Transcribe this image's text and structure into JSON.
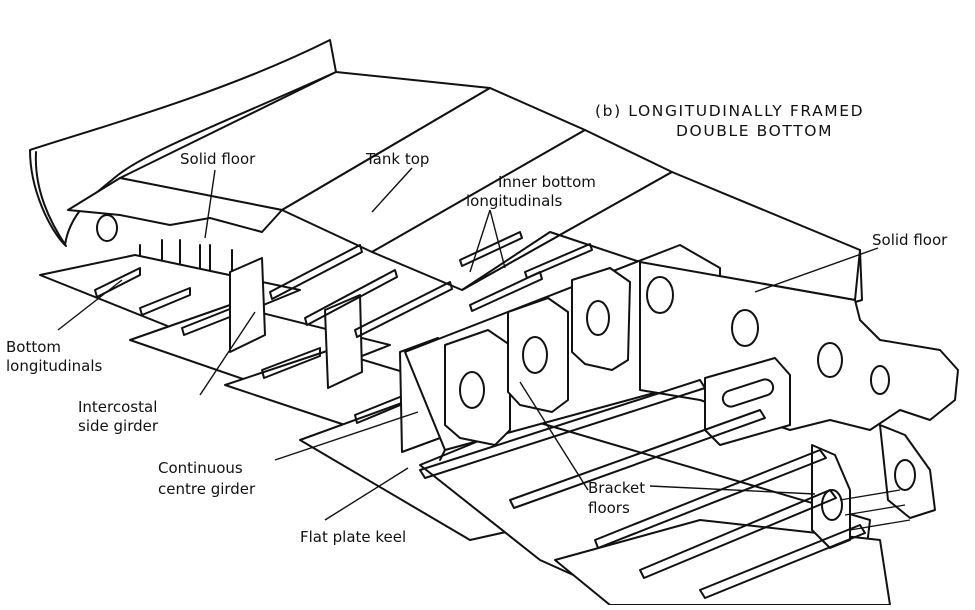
{
  "diagram": {
    "title_line1": "(b) LONGITUDINALLY FRAMED",
    "title_line2": "DOUBLE BOTTOM",
    "labels": {
      "solid_floor_top": "Solid floor",
      "tank_top": "Tank top",
      "inner_bottom_1": "Inner bottom",
      "inner_bottom_2": "longitudinals",
      "solid_floor_right": "Solid floor",
      "bottom_long_1": "Bottom",
      "bottom_long_2": "longitudinals",
      "intercostal_1": "Intercostal",
      "intercostal_2": "side girder",
      "continuous_1": "Continuous",
      "continuous_2": "centre girder",
      "flat_plate_keel": "Flat plate keel",
      "bracket_1": "Bracket",
      "bracket_2": "floors"
    }
  }
}
